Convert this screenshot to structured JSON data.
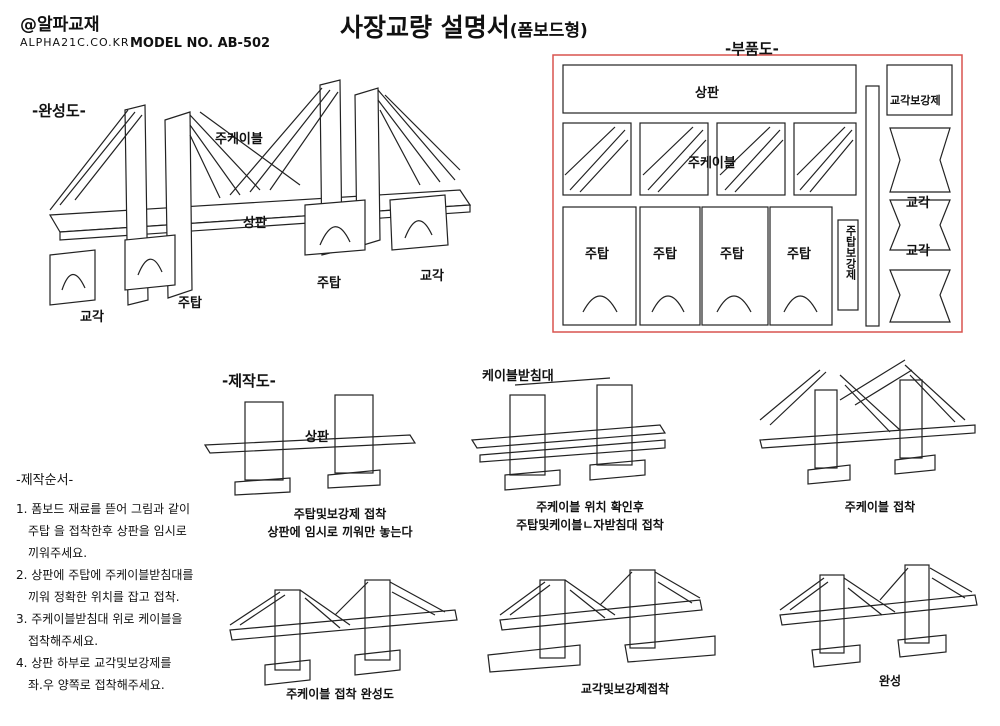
{
  "header": {
    "brand": "@알파교재",
    "site": "ALPHA21C.CO.KR",
    "model": "MODEL NO.  AB-502",
    "title": "사장교량 설명서",
    "title_suffix": "(폼보드형)"
  },
  "sections": {
    "complete": "-완성도-",
    "parts": "-부품도-",
    "make": "-제작도-"
  },
  "complete_labels": {
    "cable": "주케이블",
    "deck": "상판",
    "tower": "주탑",
    "tower2": "주탑",
    "pier_left": "교각",
    "pier_right": "교각"
  },
  "parts_labels": {
    "deck": "상판",
    "cable": "주케이블",
    "brace": "교각보강제",
    "tower_brace": "주탑보강제",
    "pier1": "교각",
    "pier2": "교각",
    "towers": [
      "주탑",
      "주탑",
      "주탑",
      "주탑"
    ]
  },
  "steps": {
    "title": "-제작순서-",
    "items": [
      "1. 폼보드 재료를 뜯어 그림과 같이",
      "주탑 을 접착한후 상판을 임시로",
      "끼워주세요.",
      "2. 상판에 주탑에 주케이블받침대를",
      "끼워 정확한 위치를 잡고 접착.",
      "3. 주케이블받침대 위로 케이블을",
      "접착해주세요.",
      "4. 상판 하부로 교각및보강제를",
      "좌.우 양쪽로 접착해주세요."
    ]
  },
  "make_labels": {
    "deck": "상판",
    "support": "케이블받침대"
  },
  "captions": {
    "c1a": "주탑및보강제 접착",
    "c1b": "상판에 임시로 끼워만 놓는다",
    "c2a": "주케이블 위치 확인후",
    "c2b": "주탑및케이블ㄴ자받침대 접착",
    "c3": "주케이블 접착",
    "c4": "주케이블 접착 완성도",
    "c5": "교각및보강제접착",
    "c6": "완성"
  },
  "colors": {
    "frame": "#d9534f",
    "line": "#222222"
  }
}
